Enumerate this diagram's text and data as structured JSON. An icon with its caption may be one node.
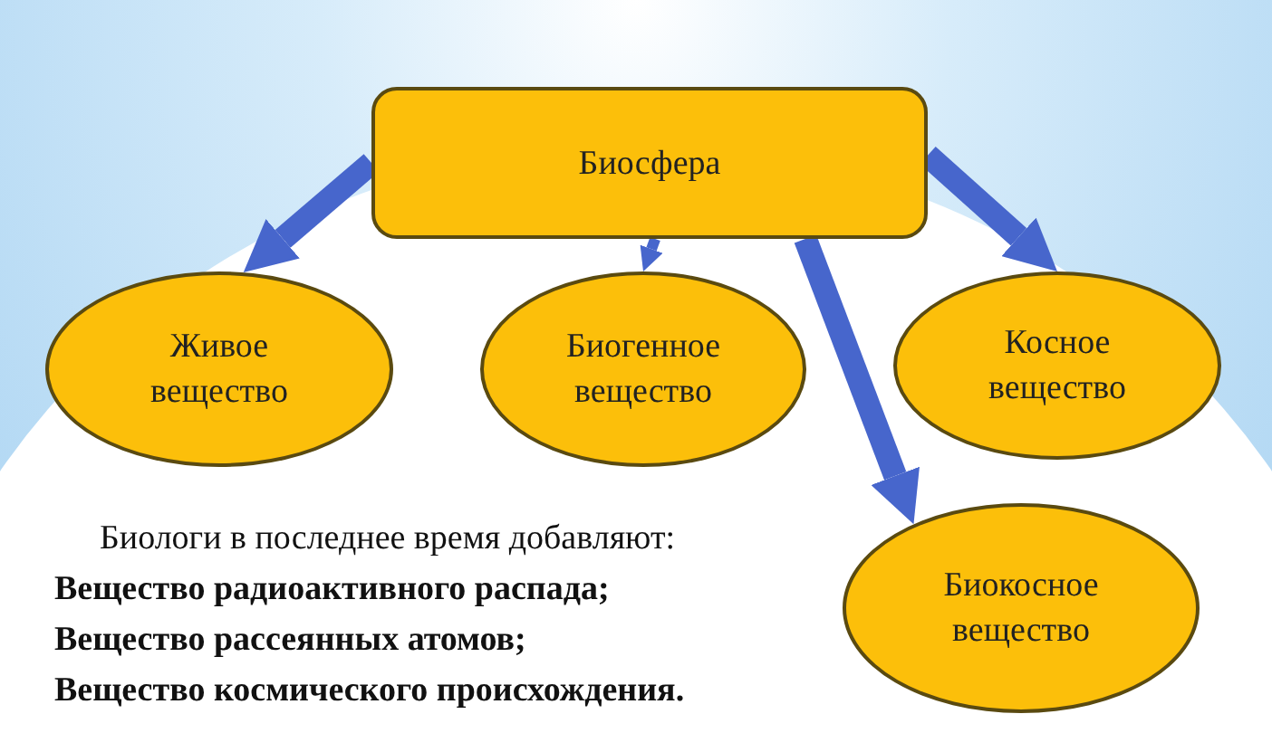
{
  "diagram": {
    "nodes": [
      {
        "text": [
          "Биосфера"
        ]
      },
      {
        "text": [
          "Живое вещество"
        ]
      },
      {
        "text": [
          "Биогенное вещество"
        ]
      },
      {
        "text": [
          "Косное вещество"
        ]
      },
      {
        "text": [
          "Биокосное вещество"
        ]
      }
    ],
    "edges": [
      {
        "from": 0,
        "to": 1,
        "arrow": "to"
      },
      {
        "from": 0,
        "to": 2,
        "arrow": "to"
      },
      {
        "from": 0,
        "to": 3,
        "arrow": "to"
      },
      {
        "from": 0,
        "to": 4,
        "arrow": "to"
      }
    ],
    "labels": [
      "Биологи в последнее время добавляют:",
      "Вещество радиоактивного распада;",
      "Вещество рассеянных атомов;",
      "Вещество космического происхождения."
    ]
  }
}
